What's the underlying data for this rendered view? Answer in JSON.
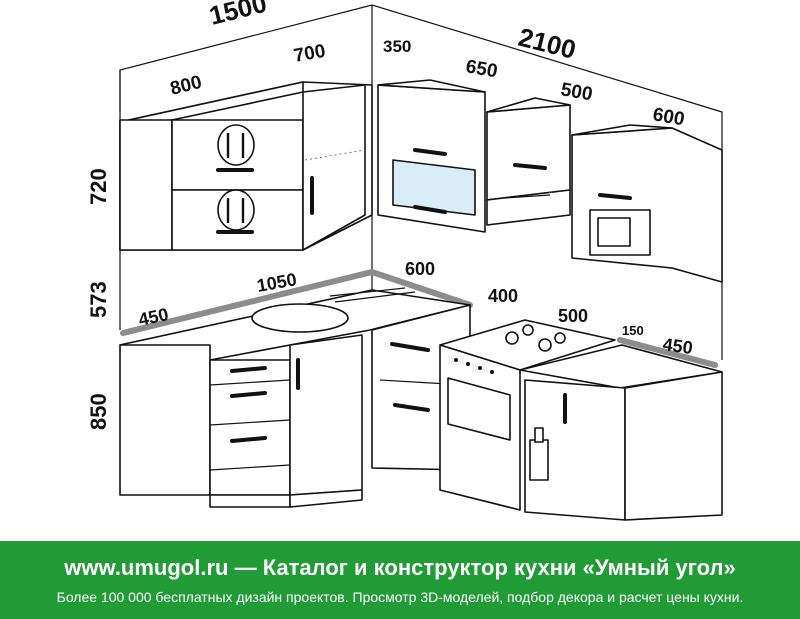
{
  "dimensions": {
    "upper_left_total": "1500",
    "upper_right_total": "2100",
    "upper_left_a": "800",
    "upper_left_b": "700",
    "upper_right_a": "350",
    "upper_right_b": "650",
    "upper_right_c": "500",
    "upper_right_d": "600",
    "height_upper": "720",
    "height_gap": "573",
    "height_base": "850",
    "counter_left_a": "450",
    "counter_left_b": "1050",
    "counter_right_a": "600",
    "counter_right_b": "400",
    "counter_right_c": "500",
    "counter_right_d": "150",
    "counter_right_e": "450"
  },
  "banner": {
    "title": "www.umugol.ru — Каталог и конструктор кухни «Умный угол»",
    "subtitle": "Более 100 000 бесплатных дизайн проектов. Просмотр 3D-моделей, подбор декора и расчет цены кухни."
  }
}
